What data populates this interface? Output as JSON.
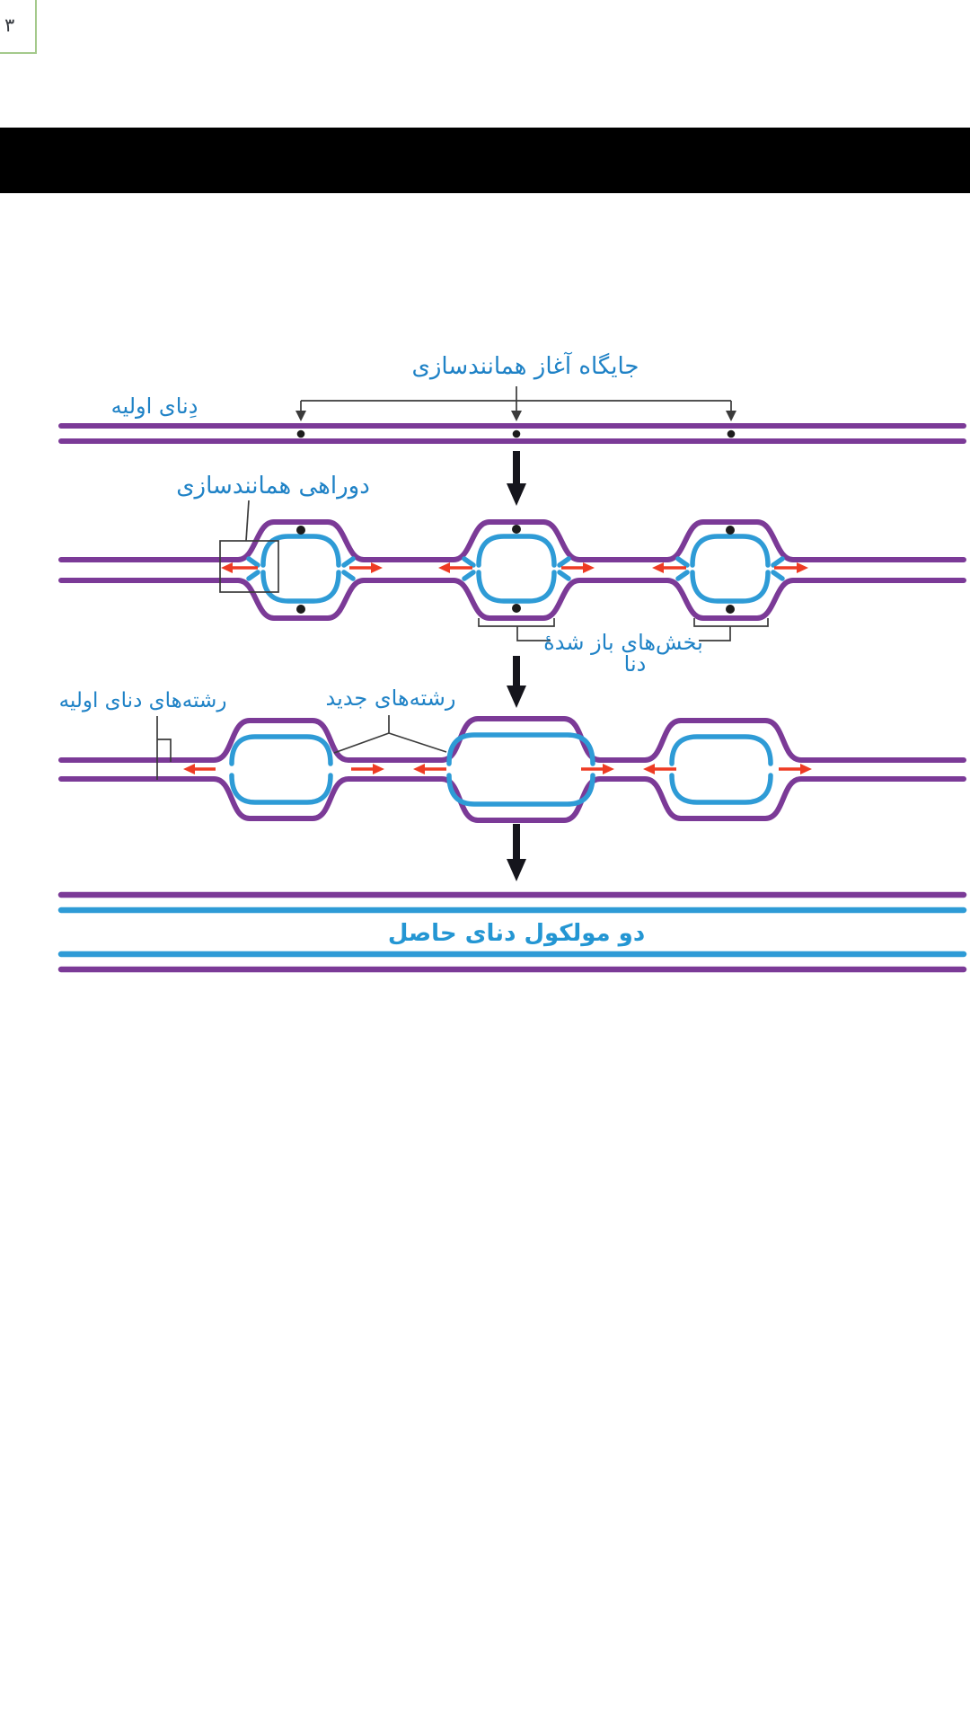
{
  "page": {
    "page_number": "۳",
    "frame_color": "#a4c98b",
    "background": "#ffffff"
  },
  "header_bar": {
    "color": "#000000"
  },
  "diagram": {
    "title_label": "جایگاه آغاز همانندسازی",
    "labels": {
      "origin_sites": "جایگاه آغاز همانندسازی",
      "initial_dna": "دِنای اولیه",
      "replication_fork": "دوراهی همانندسازی",
      "opened_parts_line1": "بخش‌های باز شدۀ",
      "opened_parts_line2": "دنا",
      "original_strands": "رشته‌های دنای اولیه",
      "new_strands": "رشته‌های جدید",
      "result_molecules": "دو مولکول دنای حاصل"
    },
    "colors": {
      "parental_strand_purple": "#7b3a97",
      "new_strand_blue": "#2e9bd6",
      "label_text_blue": "#1f82c6",
      "result_label_blue": "#2496d3",
      "direction_arrow_red": "#ee3b24",
      "flow_arrow_black": "#15151c",
      "annotation_line_gray": "#3b3b3b",
      "origin_dot_black": "#1c1c1c"
    },
    "structure": {
      "rows": 4,
      "origin_count": 3,
      "replication_bubbles_row2": 3,
      "replication_bubbles_row3": 3,
      "result_molecule_count": 2
    }
  }
}
